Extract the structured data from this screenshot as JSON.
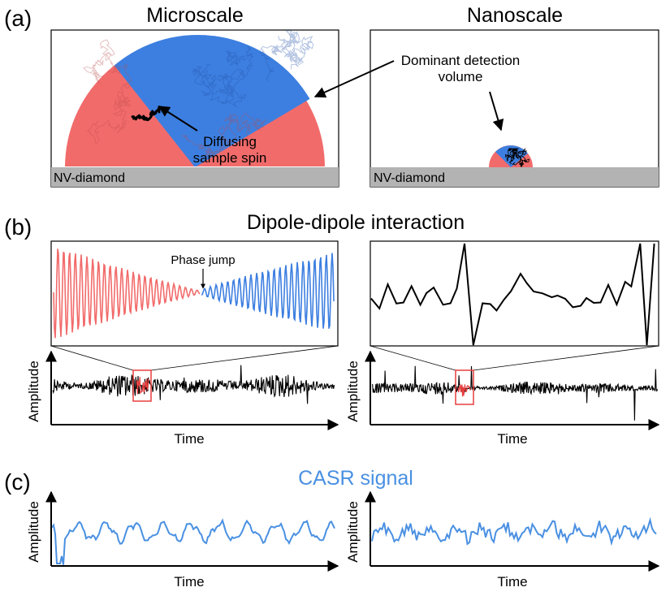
{
  "panel_a": {
    "letter": "(a)",
    "micro_title": "Microscale",
    "nano_title": "Nanoscale",
    "substrate_label_left": "NV-diamond",
    "substrate_label_right": "NV-diamond",
    "dominant_label_line1": "Dominant detection",
    "dominant_label_line2": "volume",
    "diffusing_label_line1": "Diffusing",
    "diffusing_label_line2": "sample spin"
  },
  "panel_b": {
    "letter": "(b)",
    "title": "Dipole-dipole interaction",
    "phase_jump": "Phase jump",
    "ylabel_left": "Amplitude",
    "xlabel_left": "Time",
    "ylabel_right": "Amplitude",
    "xlabel_right": "Time"
  },
  "panel_c": {
    "letter": "(c)",
    "title": "CASR signal",
    "ylabel_left": "Amplitude",
    "xlabel_left": "Time",
    "ylabel_right": "Amplitude",
    "xlabel_right": "Time"
  },
  "colors": {
    "red": "#f26b6b",
    "blue": "#3d7fe0",
    "casr_blue": "#4a90e2",
    "substrate": "#b3b3b3",
    "zoom_box": "#e83e3e"
  }
}
